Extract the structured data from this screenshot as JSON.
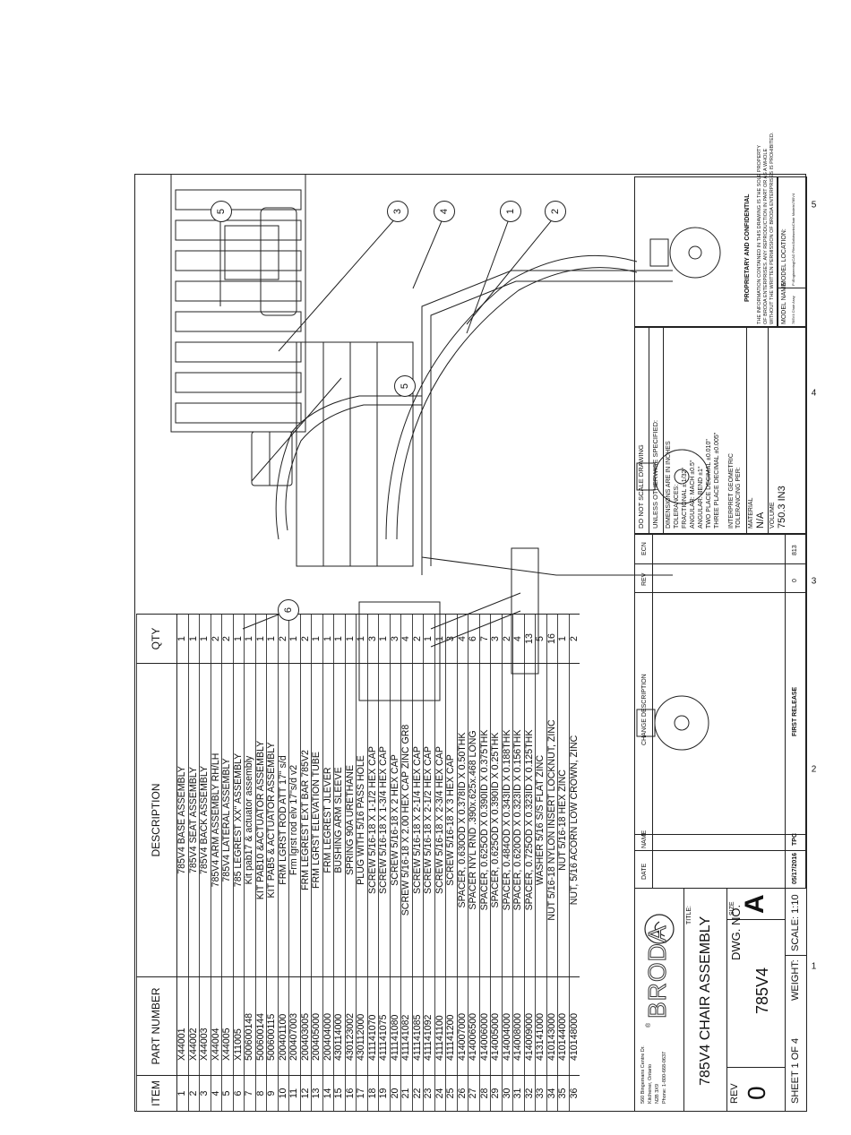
{
  "bom": {
    "headers": {
      "item": "ITEM",
      "part": "PART NUMBER",
      "desc": "DESCRIPTION",
      "qty": "QTY"
    },
    "rows": [
      [
        "1",
        "X44001",
        "785V4 BASE ASSEMBLY",
        "1"
      ],
      [
        "2",
        "X44002",
        "785V4 SEAT ASSEMBLY",
        "1"
      ],
      [
        "3",
        "X44003",
        "785V4 BACK ASSEMBLY",
        "1"
      ],
      [
        "4",
        "X44004",
        "785V4 ARM ASSEMBLY RH/LH",
        "2"
      ],
      [
        "5",
        "X44005",
        "785V4 LATERAL ASSEMBLY",
        "2"
      ],
      [
        "6",
        "X11005",
        "785 LEGREST XX\" ASSEMBLY",
        "1"
      ],
      [
        "7",
        "500600148",
        "Kit pab17 & actuator assembly",
        "1"
      ],
      [
        "8",
        "500600144",
        "KIT PAB10 &ACTUATOR ASSEMBLY",
        "1"
      ],
      [
        "9",
        "500600115",
        "KIT PAB5 & ACTUATOR ASSEMBLY",
        "1"
      ],
      [
        "10",
        "200401100",
        "FRM LGRST ROD ATT 17\" s/d",
        "2"
      ],
      [
        "11",
        "200407003",
        "Frm lgrst rod elv 17\"s/d v2",
        "1"
      ],
      [
        "12",
        "200403005",
        "FRM LEGREST EXT BAR 785V2",
        "2"
      ],
      [
        "13",
        "200405000",
        "FRM LGRST ELEVATION TUBE",
        "1"
      ],
      [
        "14",
        "200404000",
        "FRM LEGREST JLEVER",
        "1"
      ],
      [
        "15",
        "430114000",
        "BUSHING ARM SLEEVE",
        "1"
      ],
      [
        "16",
        "430123002",
        "SPRING 90A URETHANE",
        "1"
      ],
      [
        "17",
        "430112000",
        "PLUG WITH 5/16 PASS HOLE",
        "1"
      ],
      [
        "18",
        "411141070",
        "SCREW 5/16-18 X 1-1/2 HEX CAP",
        "3"
      ],
      [
        "19",
        "411141075",
        "SCREW 5/16-18 X 1-3/4 HEX CAP",
        "1"
      ],
      [
        "20",
        "411141080",
        "SCREW 5/16-18 X 2 HEX CAP",
        "3"
      ],
      [
        "21",
        "411141082",
        "SCREW 5/16-18 X 2.00 HEX CAP ZINC GR8",
        "4"
      ],
      [
        "22",
        "411141085",
        "SCREW 5/16-18 X 2-1/4 HEX CAP",
        "2"
      ],
      [
        "23",
        "411141092",
        "SCREW 5/16-18 X 2-1/2 HEX CAP",
        "1"
      ],
      [
        "24",
        "411141100",
        "SCREW 5/16-18 X 2-3/4 HEX CAP",
        "1"
      ],
      [
        "25",
        "411141200",
        "SCREW 5/16-18 X 3 HEX CAP",
        "3"
      ],
      [
        "26",
        "414007000",
        "SPACER, 0.630OD X 0.378ID X 0.50THK",
        "4"
      ],
      [
        "27",
        "414006500",
        "SPACER NYL RND .390x.625x.468 LONG",
        "6"
      ],
      [
        "28",
        "414006000",
        "SPACER, 0.625OD X 0.390ID X 0.375THK",
        "7"
      ],
      [
        "29",
        "414005000",
        "SPACER, 0.625OD X 0.390ID X 0.25THK",
        "3"
      ],
      [
        "30",
        "414004000",
        "SPACER, 0.484OD X 0.343ID X 0.188THK",
        "2"
      ],
      [
        "31",
        "414008000",
        "SPACER, 0.620OD X 0.323ID X 0.156THK",
        "4"
      ],
      [
        "32",
        "414009000",
        "SPACER, 0.725OD X 0.323ID X 0.125THK",
        "13"
      ],
      [
        "33",
        "413141000",
        "WASHER 5/16 S/S FLAT ZINC",
        "5"
      ],
      [
        "34",
        "410143000",
        "NUT 5/16-18 NYLON INSERT LOCKNUT, ZINC",
        "16"
      ],
      [
        "35",
        "410144000",
        "NUT 5/16-18 HEX ZINC",
        "1"
      ],
      [
        "36",
        "410148000",
        "NUT, 5/16 ACORN LOW CROWN, ZINC",
        "2"
      ]
    ]
  },
  "revision_block": {
    "headers": {
      "ecn": "ECN",
      "rev": "REV",
      "change": "CHANGE DESCRIPTION",
      "name": "NAME",
      "date": "DATE"
    },
    "rows": [
      {
        "ecn": "813",
        "rev": "0",
        "change": "FIRST RELEASE",
        "name": "TPC",
        "date": "05/17/2016"
      }
    ]
  },
  "tolerances": {
    "do_not_scale": "DO NOT SCALE DRAWING",
    "unless": "UNLESS OTHERWISE SPECIFIED:",
    "lines": [
      "DIMENSIONS ARE IN INCHES",
      "TOLERANCES:",
      "FRACTIONAL ± 1/32\"",
      "ANGULAR: MACH ±0.5°",
      "ANGULAR: BEND ±1°",
      "TWO PLACE DECIMAL    ±0.010\"",
      "THREE PLACE DECIMAL  ±0.005\""
    ],
    "interpret": [
      "INTERPRET GEOMETRIC",
      "TOLERANCING PER:"
    ],
    "material_label": "MATERIAL",
    "material": "N/A",
    "volume_label": "VOLUME",
    "volume": "750.3 IN3"
  },
  "proprietary": {
    "title": "PROPRIETARY AND CONFIDENTIAL",
    "lines": [
      "THE INFORMATION CONTAINED IN THIS DRAWING IS THE SOLE PROPERTY",
      "OF BRODA ENTERPRISES. ANY REPRODUCTION IN PART OR AS A WHOLE",
      "WITHOUT THE WRITTEN PERMISSION OF BRODA ENTERPRISES IS PROHIBITED."
    ]
  },
  "model": {
    "name_label": "MODEL NAME:",
    "name": "785V4 Chair Assy",
    "location_label": "MODEL LOCATION:",
    "location": "P:\\Engineering\\CAD Files\\Solidworks\\Chair Models\\785V4"
  },
  "company": {
    "logo_text": "BRODA",
    "registered": "®",
    "address": [
      "560 Bingemans Centre Dr.",
      "Kitchener, Ontario",
      "N2B 3X9",
      "Phone: 1-800-668-0637"
    ]
  },
  "title_block": {
    "title_label": "TITLE:",
    "title": "785V4 CHAIR ASSEMBLY",
    "size_label": "SIZE",
    "size": "A",
    "dwg_label": "DWG.  NO.",
    "dwg_no": "785V4",
    "rev_label": "REV",
    "rev": "0",
    "scale": "SCALE: 1:10",
    "weight": "WEIGHT:",
    "sheet": "SHEET 1 OF 4"
  },
  "zones": [
    "5",
    "4",
    "3",
    "2",
    "1"
  ],
  "balloons": [
    "1",
    "2",
    "3",
    "4",
    "5",
    "5",
    "6"
  ]
}
